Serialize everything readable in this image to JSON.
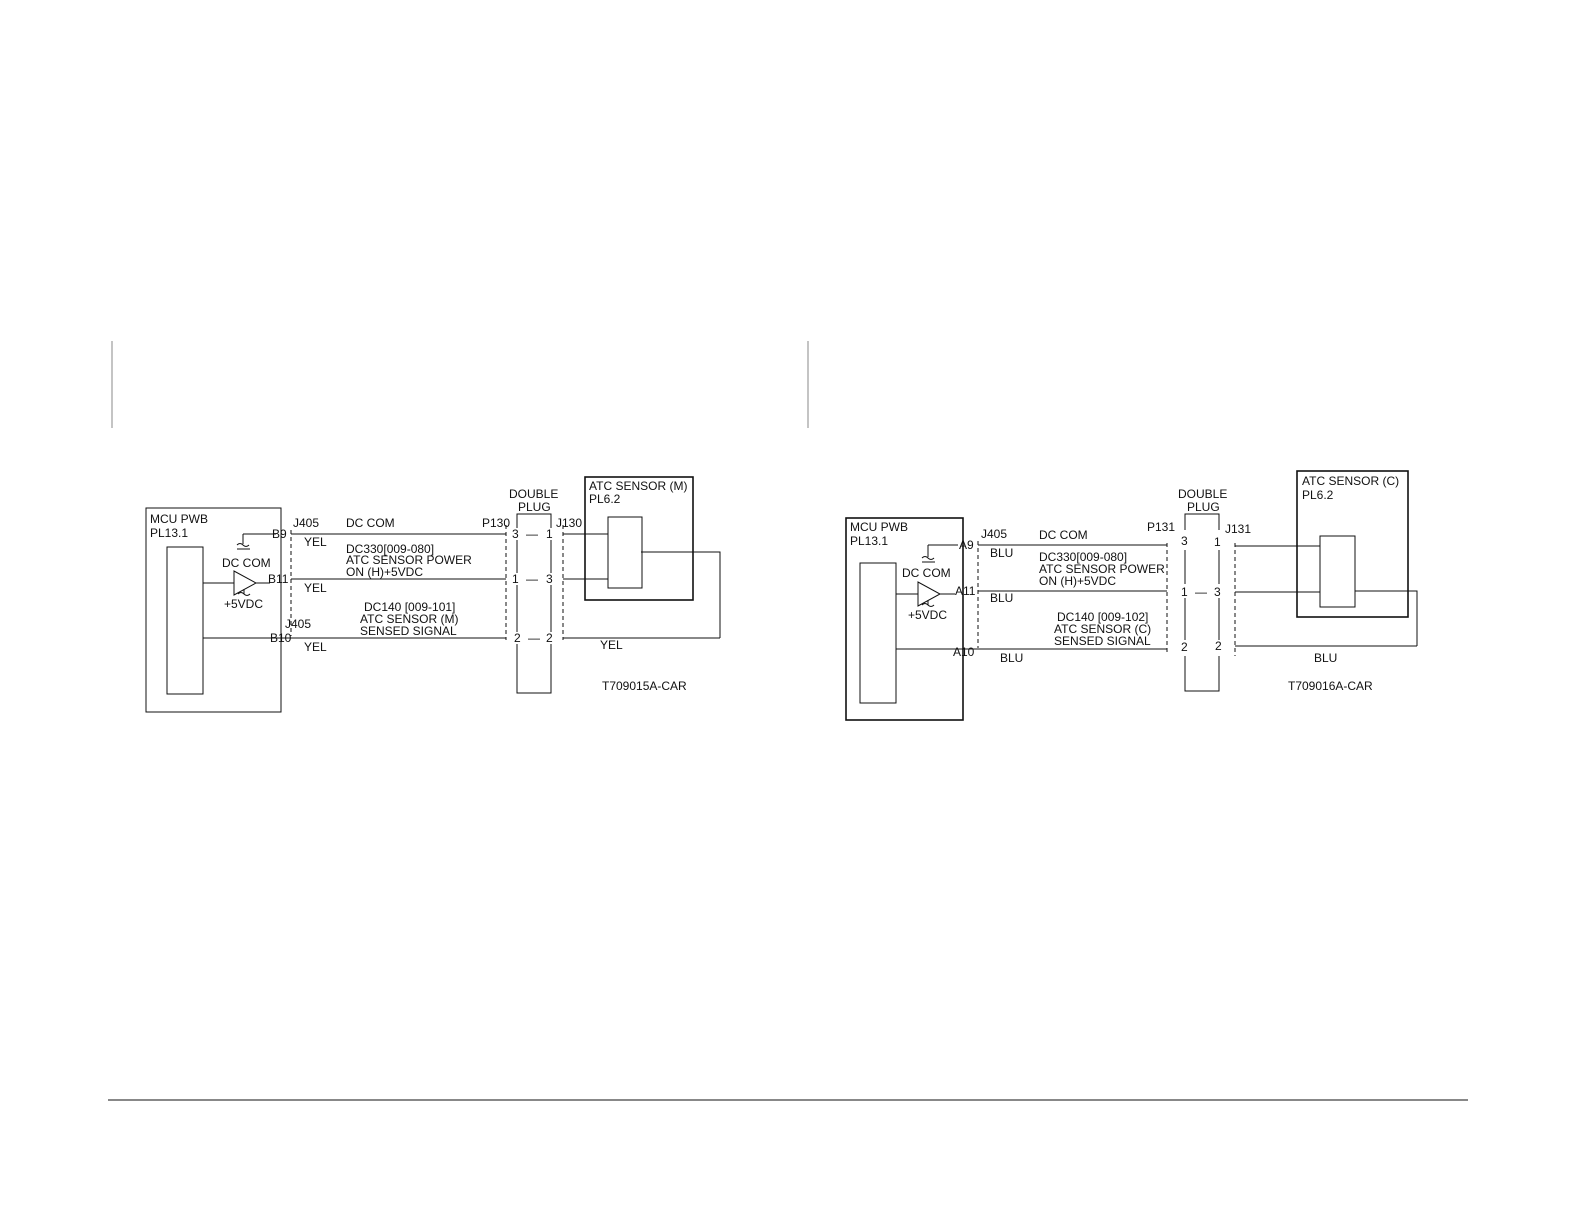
{
  "diagrams": [
    {
      "board": {
        "name": "MCU PWB",
        "pl": "PL13.1"
      },
      "ground_label": "DC COM",
      "supply_label": "+5VDC",
      "connectors": {
        "board_top": "J405",
        "board_mid": "J405",
        "plug_left": "P130",
        "plug_right": "J130"
      },
      "pins": {
        "top": "B9",
        "mid": "B11",
        "bot": "B10"
      },
      "plug_title": [
        "DOUBLE",
        "PLUG"
      ],
      "plug_pins": {
        "l_top": "3",
        "l_mid": "1",
        "l_bot": "2",
        "r_top": "1",
        "r_mid": "3",
        "r_bot": "2",
        "dash_top": "—",
        "dash_mid": "—",
        "dash_bot": "—"
      },
      "wire_colors": {
        "top": "YEL",
        "mid": "YEL",
        "bot": "YEL",
        "return": "YEL"
      },
      "signals": {
        "top": "DC COM",
        "mid": [
          "DC330[009-080]",
          "ATC SENSOR POWER",
          "ON (H)+5VDC"
        ],
        "bot": [
          "DC140 [009-101]",
          "ATC SENSOR (M)",
          "SENSED SIGNAL"
        ]
      },
      "sensor": {
        "name": "ATC SENSOR (M)",
        "pl": "PL6.2"
      },
      "figure_id": "T709015A-CAR"
    },
    {
      "board": {
        "name": "MCU PWB",
        "pl": "PL13.1"
      },
      "ground_label": "DC COM",
      "supply_label": "+5VDC",
      "connectors": {
        "board_top": "J405",
        "plug_left": "P131",
        "plug_right": "J131"
      },
      "pins": {
        "top": "A9",
        "mid": "A11",
        "bot": "A10"
      },
      "plug_title": [
        "DOUBLE",
        "PLUG"
      ],
      "plug_pins": {
        "l_top": "3",
        "l_mid": "1",
        "l_bot": "2",
        "r_top": "1",
        "r_mid": "3",
        "r_bot": "2",
        "dash_mid": "—"
      },
      "wire_colors": {
        "top": "BLU",
        "mid": "BLU",
        "bot": "BLU",
        "return": "BLU"
      },
      "signals": {
        "top": "DC COM",
        "mid": [
          "DC330[009-080]",
          "ATC SENSOR POWER",
          "ON (H)+5VDC"
        ],
        "bot": [
          "DC140 [009-102]",
          "ATC SENSOR (C)",
          "SENSED SIGNAL"
        ]
      },
      "sensor": {
        "name": "ATC SENSOR (C)",
        "pl": "PL6.2"
      },
      "figure_id": "T709016A-CAR"
    }
  ]
}
